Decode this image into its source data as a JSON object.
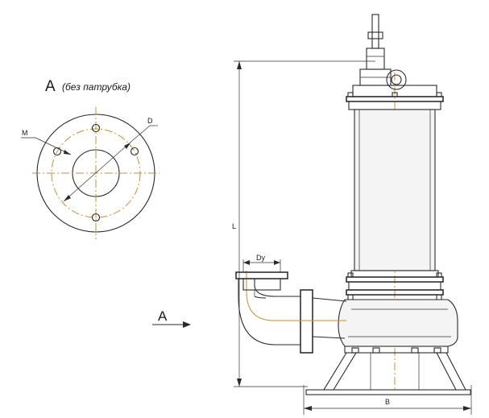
{
  "view_title": {
    "letter": "A",
    "note": "(без патрубка)"
  },
  "labels": {
    "m": "M",
    "d": "D",
    "dy": "Dy",
    "l": "L",
    "b": "B",
    "view_arrow": "A"
  },
  "colors": {
    "lines": "#2a2a2a",
    "centerlines": "#c8902a",
    "background": "#ffffff"
  }
}
